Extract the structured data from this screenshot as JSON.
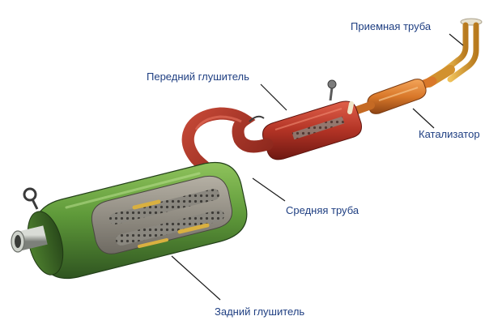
{
  "labels": {
    "inlet_pipe": "Приемная труба",
    "front_muffler": "Передний глушитель",
    "catalyst": "Катализатор",
    "middle_pipe": "Средняя труба",
    "rear_muffler": "Задний глушитель"
  },
  "colors": {
    "background": "#ffffff",
    "label_text": "#1f3f82",
    "leader_line": "#1a1a1a",
    "rear_muffler_shell": "#5f9a3a",
    "rear_muffler_internals": "#c9a24a",
    "middle_pipe": "#9e2a24",
    "front_muffler": "#c0392b",
    "catalyst": "#d9782a",
    "inlet_pipe": "#e0a23a"
  }
}
